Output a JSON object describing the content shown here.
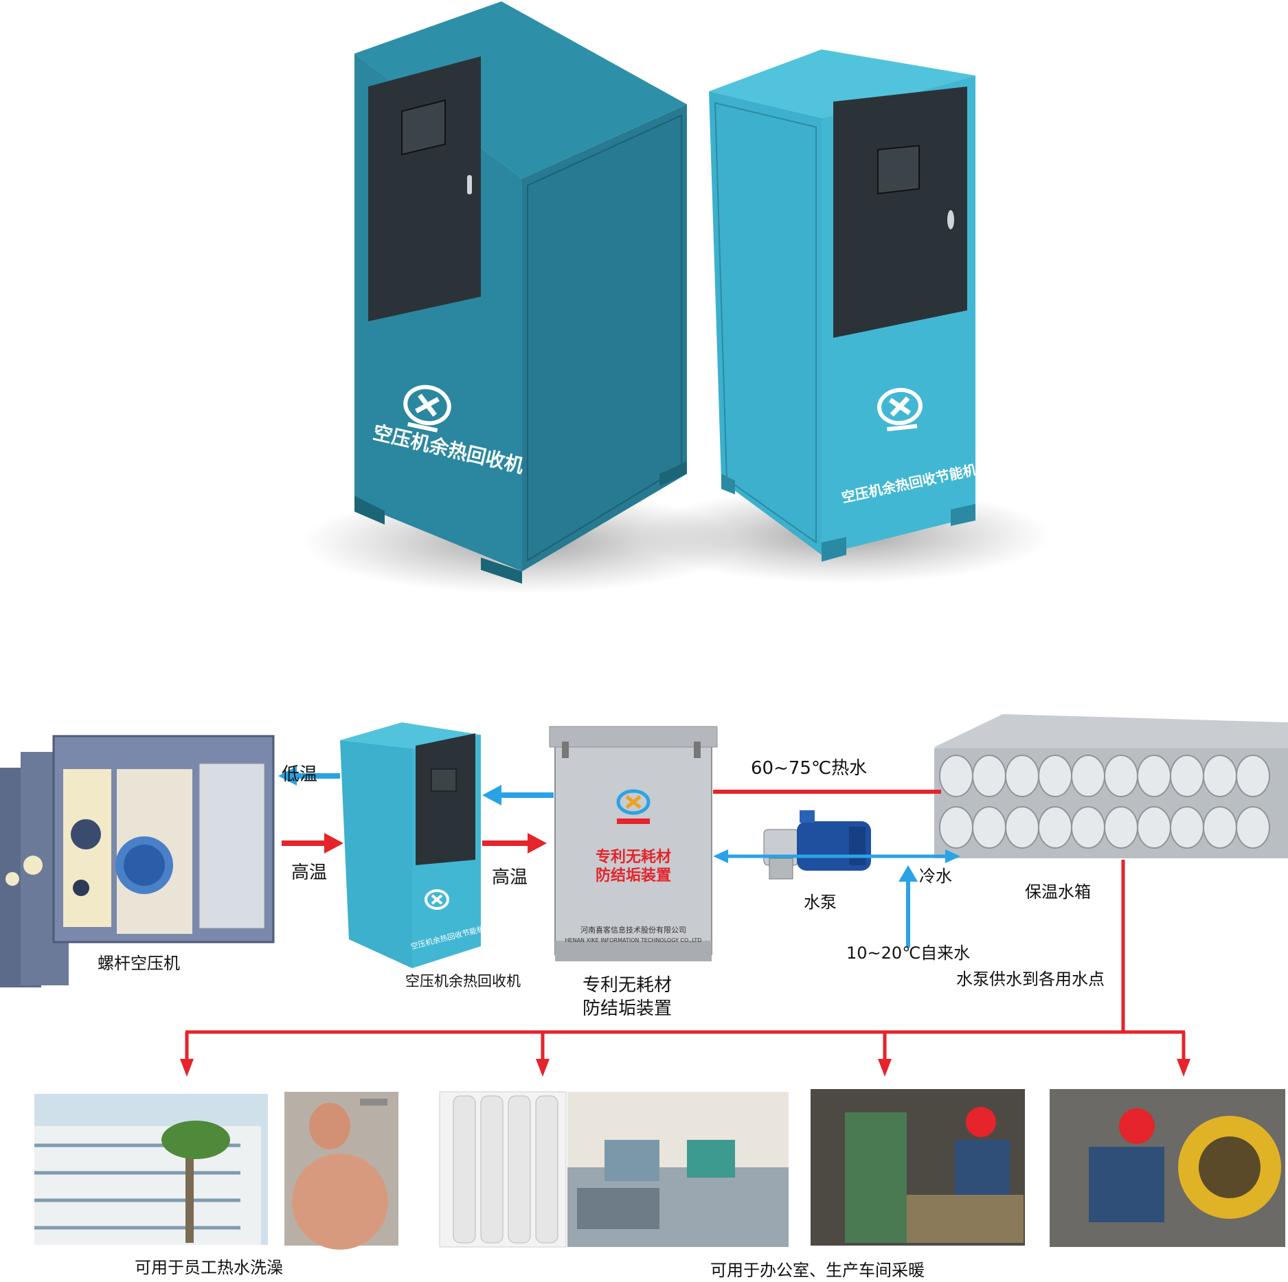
{
  "products": {
    "left_cabinet_label": "空压机余热回收机",
    "right_cabinet_label": "空压机余热回收节能机组"
  },
  "flow": {
    "low_temp": "低温",
    "high_temp_left": "高温",
    "high_temp_right": "高温",
    "hot_water": "60~75℃热水",
    "cold_water": "冷水",
    "pump": "水泵",
    "tap_water": "10~20℃自来水",
    "tank": "保温水箱",
    "pump_supply": "水泵供水到各用水点"
  },
  "devices": {
    "screw_compressor": "螺杆空压机",
    "recovery_unit": "空压机余热回收机",
    "mini_cabinet_text": "空压机余热回收节能机组",
    "antiscale_panel_line1": "专利无耗材",
    "antiscale_panel_line2": "防结垢装置",
    "antiscale_company_cn": "河南喜客信息技术股份有限公司",
    "antiscale_company_en": "HENAN XIKE INFORMATION TECHNOLOGY CO.,LTD",
    "antiscale_caption_line1": "专利无耗材",
    "antiscale_caption_line2": "防结垢装置"
  },
  "applications": {
    "shower": "可用于员工热水洗澡",
    "heating": "可用于办公室、生产车间采暖"
  },
  "colors": {
    "cabinet_dark": "#2a8aa3",
    "cabinet_light": "#3fb3cf",
    "panel": "#2b3338",
    "hot_red": "#e5242b",
    "cold_blue": "#2aa3e6"
  }
}
